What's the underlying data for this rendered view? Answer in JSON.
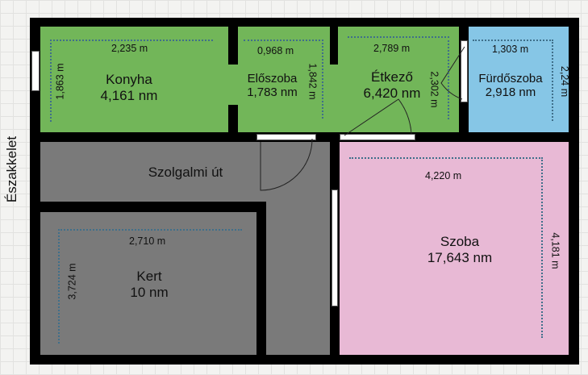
{
  "orientation_label": "Északkelet",
  "rooms": {
    "konyha": {
      "name": "Konyha",
      "area": "4,161 nm",
      "width": "2,235 m",
      "height": "1,863 m"
    },
    "eloszoba": {
      "name": "Előszoba",
      "area": "1,783 nm",
      "width": "0,968 m",
      "height": "1,842 m"
    },
    "etkezo": {
      "name": "Étkező",
      "area": "6,420 nm",
      "width": "2,789 m",
      "height": "2,302 m"
    },
    "furdoszoba": {
      "name": "Fürdőszoba",
      "area": "2,918 nm",
      "width": "1,303 m",
      "height": "2,24 m"
    },
    "szolgalmi": {
      "name": "Szolgalmi út"
    },
    "kert": {
      "name": "Kert",
      "area": "10 nm",
      "width": "2,710 m",
      "height": "3,724 m"
    },
    "szoba": {
      "name": "Szoba",
      "area": "17,643 nm",
      "width": "4,220 m",
      "height": "4,181 m"
    }
  },
  "colors": {
    "green": "#72b659",
    "blue": "#86c6e6",
    "pink": "#e8b9d5",
    "gray": "#7a7a7a"
  }
}
